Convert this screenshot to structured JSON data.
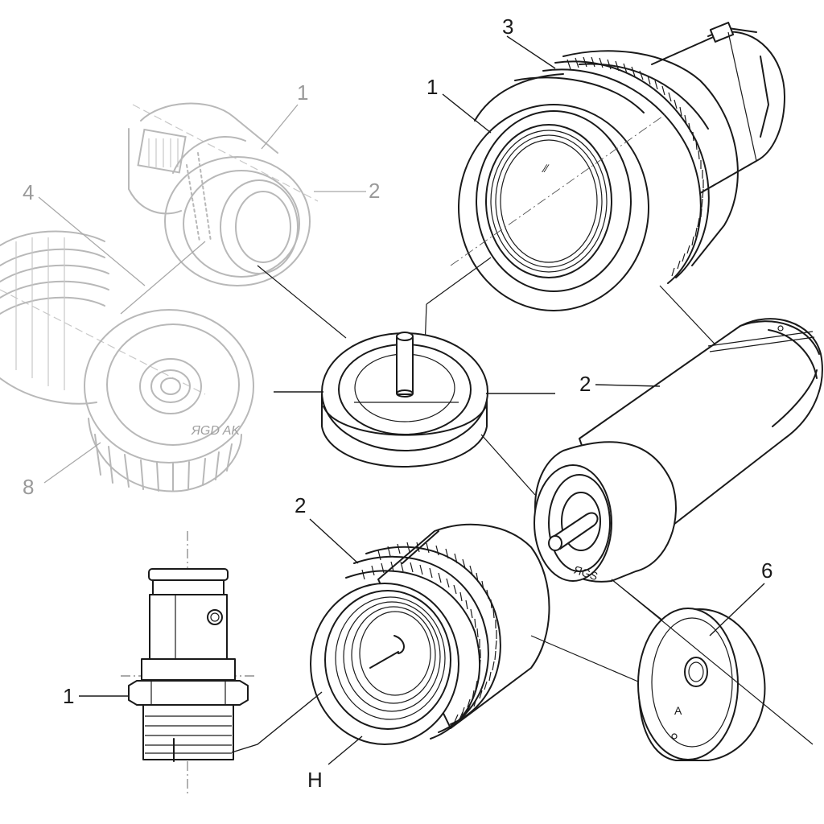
{
  "callouts": {
    "ghost_1": "1",
    "ghost_2": "2",
    "ghost_4": "4",
    "ghost_8": "8",
    "coupling_1": "1",
    "coupling_3": "3",
    "cylinder_2": "2",
    "nut_2": "2",
    "cap_6": "6",
    "fitting_1": "1",
    "h_mark": "H"
  },
  "engraving": {
    "ghost_face": "ЯGD AK",
    "cylinder_face": "ЯGS",
    "cap_face": "A"
  },
  "colors": {
    "ink": "#1a1a1a",
    "ghost_ink": "#b8b8b8"
  }
}
